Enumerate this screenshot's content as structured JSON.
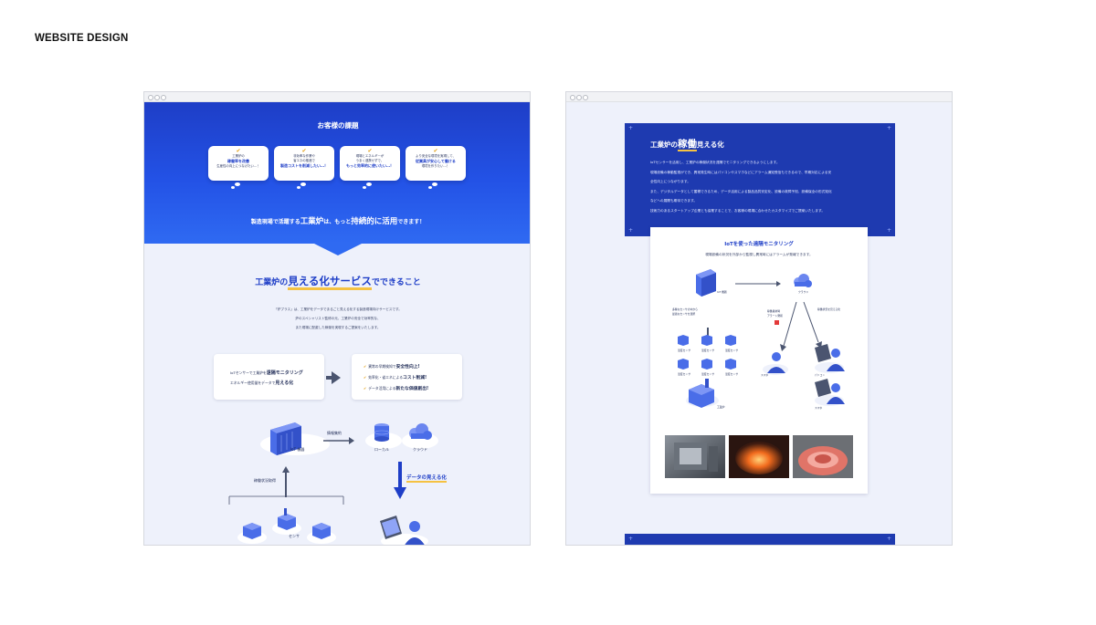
{
  "page_heading": "WEBSITE DESIGN",
  "left": {
    "hero": {
      "title": "お客様の課題",
      "bubbles": [
        {
          "l1": "工業炉の",
          "l2": "稼働率を改善",
          "l3": "生産性の向上につなげたい…！"
        },
        {
          "l1": "非効率な作業や",
          "l2": "省エネの推進で",
          "l3": "製造コストを削減したい…！"
        },
        {
          "l1": "現場とエネルギーが",
          "l2": "うまく連携せずで、",
          "l3": "もっと効率的に使いたい…！"
        },
        {
          "l1": "より安全な環境を実現して、",
          "l2": "従業員が安心して働ける",
          "l3": "環境を作りたい…！"
        }
      ],
      "sub_pre": "製造現場で活躍する",
      "sub_big": "工業炉",
      "sub_mid": "は、もっと",
      "sub_big2": "持続的に活用",
      "sub_post": "できます！"
    },
    "section": {
      "title_big": "見える化サービス",
      "title_pre": "工業炉の",
      "title_post": "でできること",
      "body": [
        "「炉プラス」は、工業炉をデータでまるごと見える化する製造現場向けサービスです。",
        "炉のスペシャリスト監修の元、工業炉の安全で効率的な、",
        "また現場に配慮した稼働を実現するご提案をいたします。"
      ]
    },
    "card_a": {
      "l1_pre": "IoTセンサーで工業炉を",
      "l1_b": "遠隔モニタリング",
      "l2_pre": "エネルギー使用量をデータで",
      "l2_b": "見える化"
    },
    "card_b": {
      "check": "✔",
      "l1_pre": "異常の早期検知で",
      "l1_b": "安全性向上!",
      "l2_pre": "効率化・省エネによる",
      "l2_b": "コスト削減!",
      "l3_pre": "データ活用による",
      "l3_b": "新たな価値創出!"
    },
    "diagram": {
      "iot": "IoT 機器",
      "collect": "情報集約",
      "local": "ローカル",
      "cloud": "クラウド",
      "visualize": "データの見える化",
      "status": "稼働状況取得",
      "sensor": "センサ"
    }
  },
  "right": {
    "panel": {
      "title_pre": "工業炉の",
      "title_big": "稼働",
      "title_post": "見える化",
      "body": [
        "IoTセンサーを活用し、工業炉の稼働状況を遠隔でモニタリングできるようにします。",
        "現場設備の稼動監視ができ、異常発生時にはパソコンやスマホなどにアラーム通知受信もできるので、早期対応による安",
        "全性向上につながります。",
        "また、デジタルデータとして蓄積できるため、データ活用による製品品質安定化、設備の故障予知、設備保全の形式知化",
        "などへの展開も期待できます。",
        "技術力のあるスタートアップ企業とも協業することで、お客様の現場に合わせたカスタマイズでご提案いたします。"
      ]
    },
    "card": {
      "title": "IoTを使った遠隔モニタリング",
      "subtitle": "現場設備の状況を外部から監視し異常時にはアラームが発報できます。",
      "labels": {
        "iot": "IoT 機器",
        "cloud": "クラウド",
        "multi": "多種なセンサの中から",
        "multi2": "最適なセンサを選択",
        "sensor": "温度センサ",
        "factory": "工業炉",
        "alert": "稼働異常時",
        "alert2": "アラート発報",
        "monitor": "稼働状況を見える化",
        "pc": "パソコン",
        "phone": "スマホ"
      }
    }
  }
}
